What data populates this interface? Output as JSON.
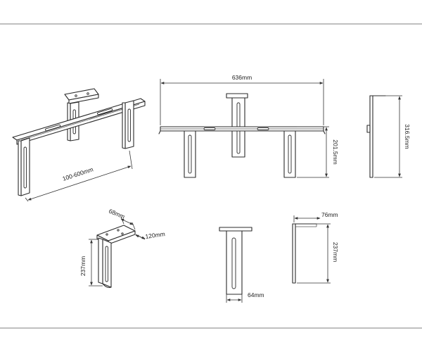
{
  "dimensions": {
    "main_width": "636mm",
    "adjust_range": "100-600mm",
    "height_front": "201.5mm",
    "height_side": "316.5mm",
    "plate_depth": "68mm",
    "plate_width": "120mm",
    "arm_height_iso": "237mm",
    "arm_width": "64mm",
    "side_offset": "76mm",
    "side_height": "237mm"
  }
}
